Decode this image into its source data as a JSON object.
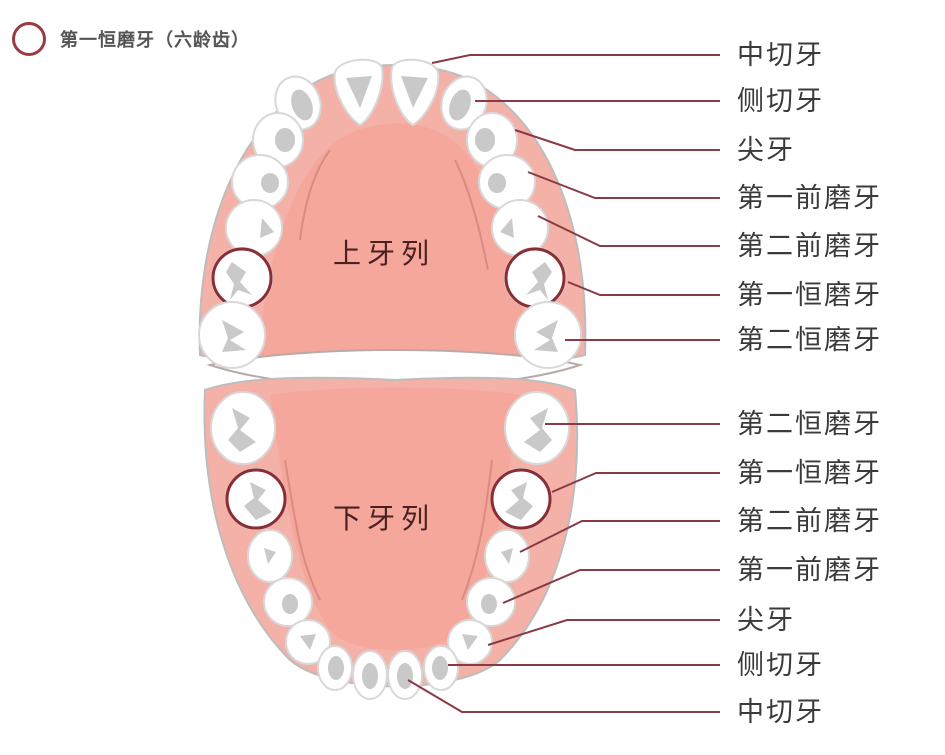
{
  "legend": {
    "label": "第一恒磨牙（六龄齿）",
    "ring_color": "#9a3a42"
  },
  "upper_arch": {
    "title": "上牙列",
    "labels": [
      "中切牙",
      "侧切牙",
      "尖牙",
      "第一前磨牙",
      "第二前磨牙",
      "第一恒磨牙",
      "第二恒磨牙"
    ]
  },
  "lower_arch": {
    "title": "下牙列",
    "labels": [
      "第二恒磨牙",
      "第一恒磨牙",
      "第二前磨牙",
      "第一前磨牙",
      "尖牙",
      "侧切牙",
      "中切牙"
    ]
  },
  "colors": {
    "gum": "#f4b1a8",
    "palate": "#f5a79c",
    "tooth": "#ffffff",
    "tooth_shade": "#c9c9c9",
    "leader_line": "#8a3a44",
    "label_text": "#3a3a3a"
  }
}
